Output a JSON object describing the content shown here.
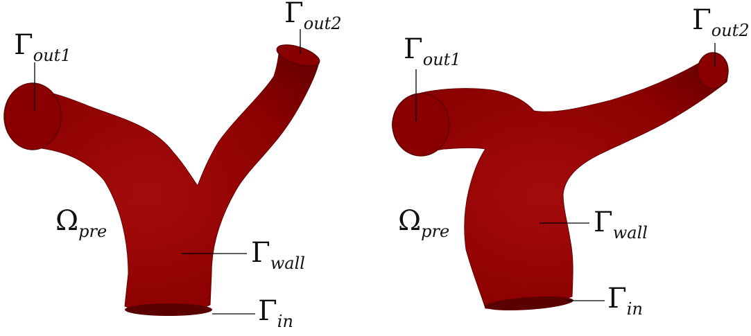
{
  "colors": {
    "vessel_fill": "#8b0000",
    "vessel_dark": "#5e0000",
    "vessel_light": "#a50c0c",
    "leader_line": "#000000",
    "background": "#ffffff"
  },
  "panels": [
    {
      "id": "left",
      "labels": {
        "out1": {
          "symbol": "Γ",
          "subscript": "out1"
        },
        "out2": {
          "symbol": "Γ",
          "subscript": "out2"
        },
        "domain": {
          "symbol": "Ω",
          "subscript": "pre"
        },
        "wall": {
          "symbol": "Γ",
          "subscript": "wall"
        },
        "inlet": {
          "symbol": "Γ",
          "subscript": "in"
        }
      }
    },
    {
      "id": "right",
      "labels": {
        "out1": {
          "symbol": "Γ",
          "subscript": "out1"
        },
        "out2": {
          "symbol": "Γ",
          "subscript": "out2"
        },
        "domain": {
          "symbol": "Ω",
          "subscript": "pre"
        },
        "wall": {
          "symbol": "Γ",
          "subscript": "wall"
        },
        "inlet": {
          "symbol": "Γ",
          "subscript": "in"
        }
      }
    }
  ]
}
